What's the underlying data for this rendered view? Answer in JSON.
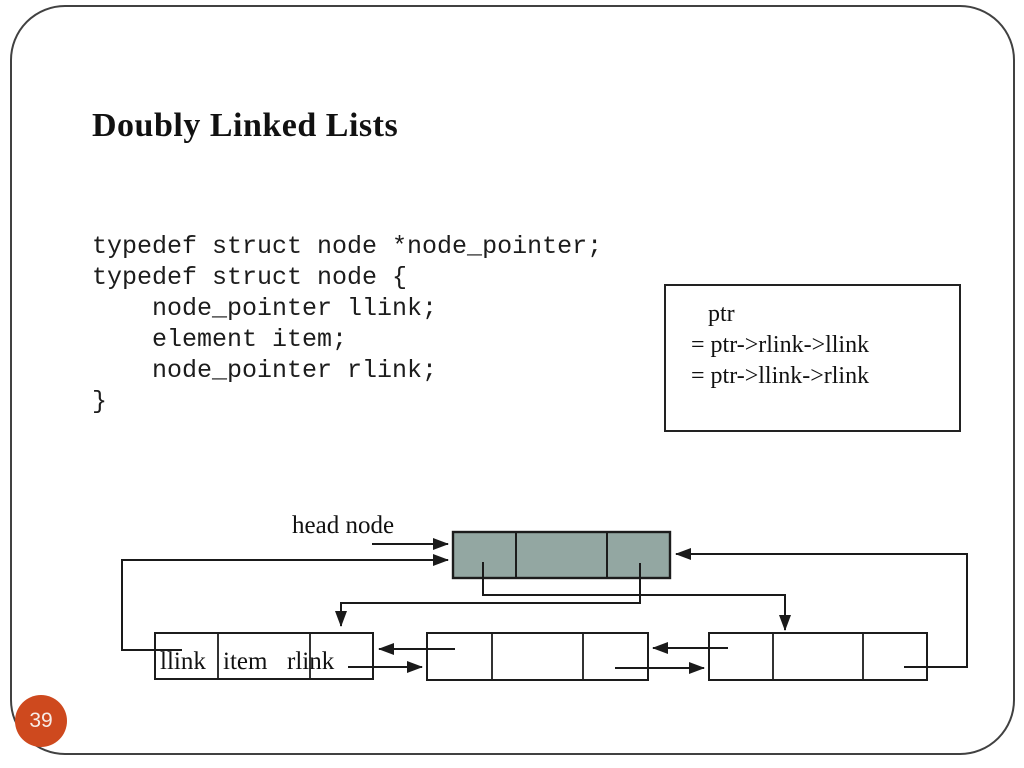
{
  "slide": {
    "title": "Doubly Linked Lists",
    "page_number": "39"
  },
  "code": {
    "text": "typedef struct node *node_pointer;\ntypedef struct node {\n    node_pointer llink;\n    element item;\n    node_pointer rlink;\n}"
  },
  "ptr_box": {
    "line1": "ptr",
    "line2": "= ptr->rlink->llink",
    "line3": "= ptr->llink->rlink"
  },
  "diagram": {
    "head_label": "head node",
    "field_labels": {
      "llink": "llink",
      "item": "item",
      "rlink": "rlink"
    },
    "head_fill": "#93A7A2",
    "node_fill": "#FFFFFF",
    "line_color": "#1a1a1a"
  },
  "colors": {
    "page_badge": "#CE491E",
    "slide_border": "#414141",
    "badge_text": "#F7ECE7"
  }
}
